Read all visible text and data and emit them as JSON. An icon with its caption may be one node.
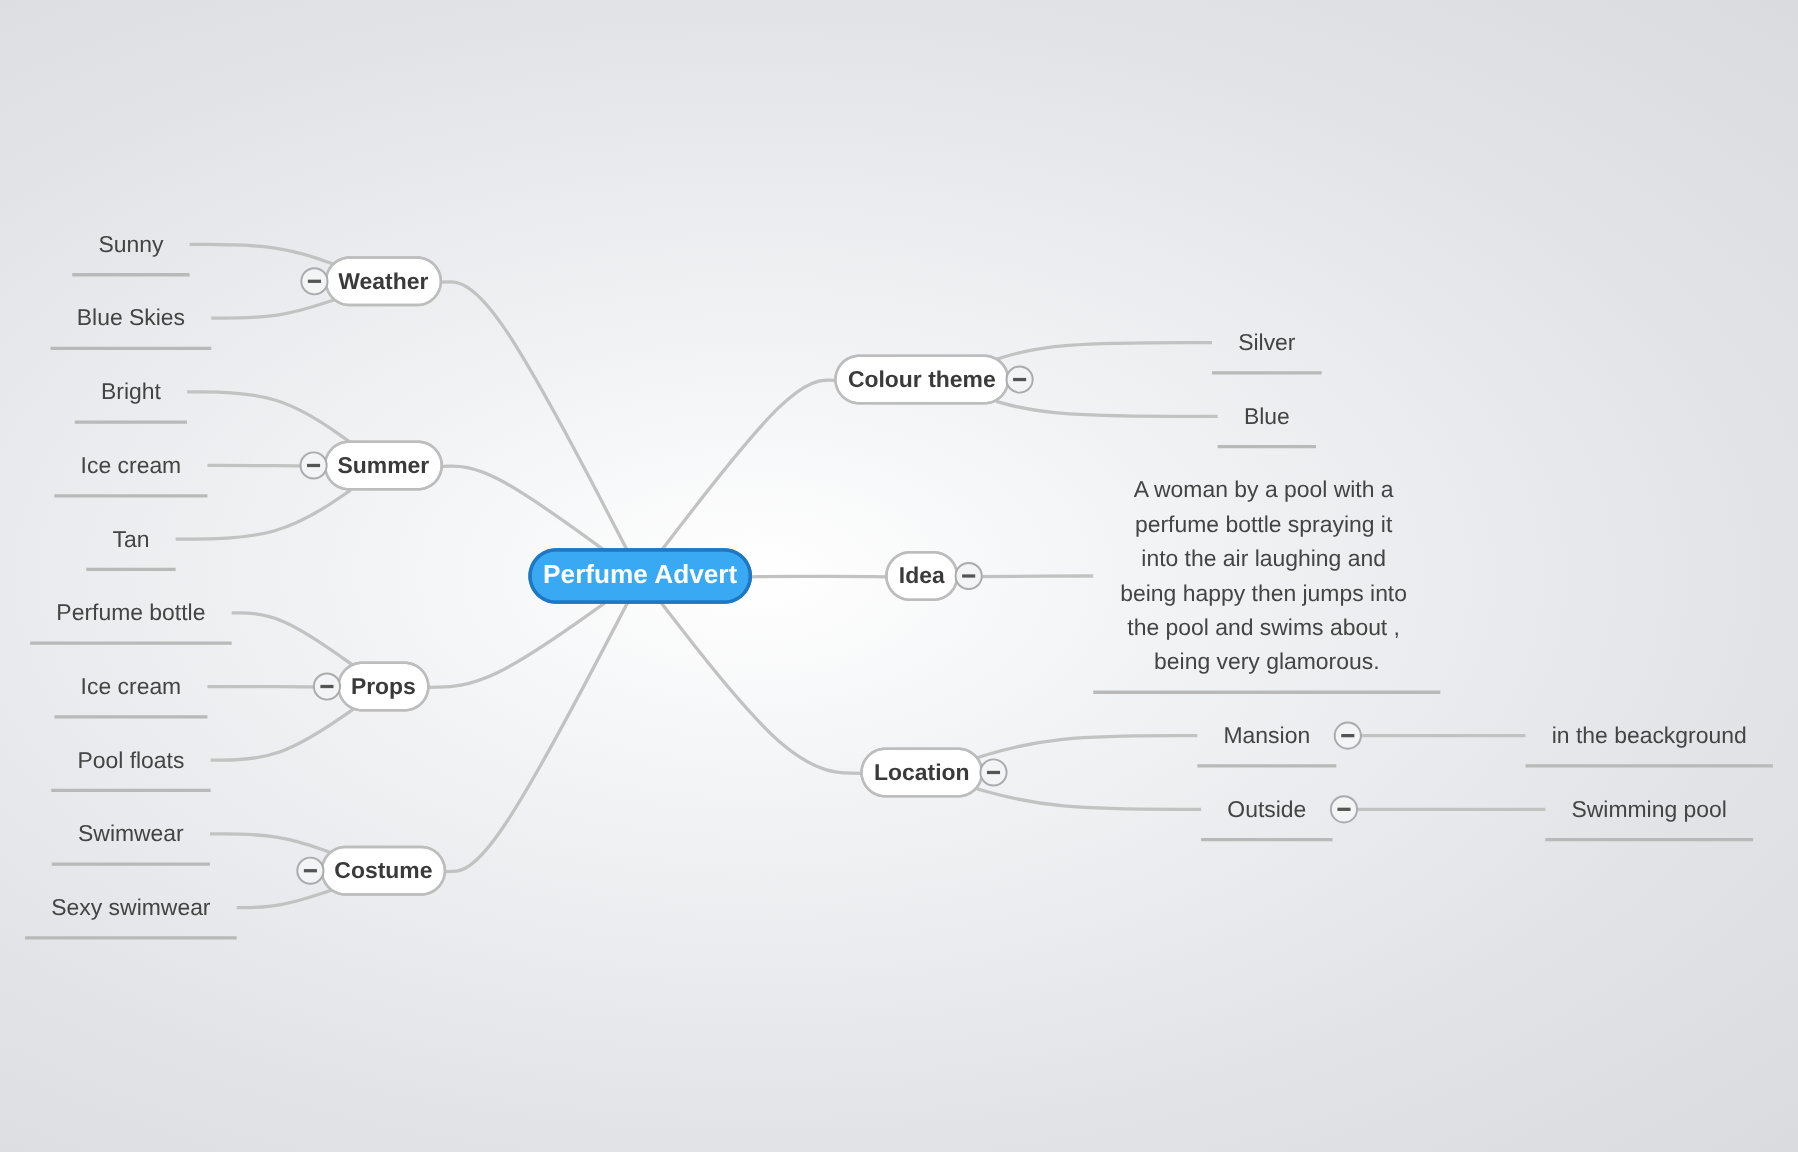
{
  "diagram": {
    "nodes": [
      {
        "text": [
          "Perfume Advert"
        ]
      },
      {
        "text": [
          "Weather"
        ]
      },
      {
        "text": [
          "Sunny"
        ]
      },
      {
        "text": [
          "Blue Skies"
        ]
      },
      {
        "text": [
          "Colour theme"
        ]
      },
      {
        "text": [
          "Silver"
        ]
      },
      {
        "text": [
          "Blue"
        ]
      },
      {
        "text": [
          "Summer"
        ]
      },
      {
        "text": [
          "Bright"
        ]
      },
      {
        "text": [
          "Ice cream"
        ]
      },
      {
        "text": [
          "Tan"
        ]
      },
      {
        "text": [
          "Idea"
        ]
      },
      {
        "text": [
          "A woman by a pool with a perfume bottle spraying it into the air laughing and being happy then jumps into the pool and swims about , being very glamorous."
        ]
      },
      {
        "text": [
          "Props"
        ]
      },
      {
        "text": [
          "Perfume bottle"
        ]
      },
      {
        "text": [
          "Ice cream"
        ]
      },
      {
        "text": [
          "Pool floats"
        ]
      },
      {
        "text": [
          "Location"
        ]
      },
      {
        "text": [
          "Mansion"
        ]
      },
      {
        "text": [
          "in the beackground"
        ]
      },
      {
        "text": [
          "Outside"
        ]
      },
      {
        "text": [
          "Swimming pool"
        ]
      },
      {
        "text": [
          "Costume"
        ]
      },
      {
        "text": [
          "Swimwear"
        ]
      },
      {
        "text": [
          "Sexy swimwear"
        ]
      }
    ],
    "edges": [
      {
        "from": 1,
        "to": 0,
        "arrow": "none"
      },
      {
        "from": 2,
        "to": 1,
        "arrow": "none"
      },
      {
        "from": 3,
        "to": 1,
        "arrow": "none"
      },
      {
        "from": 0,
        "to": 4,
        "arrow": "none"
      },
      {
        "from": 4,
        "to": 5,
        "arrow": "none"
      },
      {
        "from": 4,
        "to": 6,
        "arrow": "none"
      },
      {
        "from": 7,
        "to": 0,
        "arrow": "none"
      },
      {
        "from": 8,
        "to": 7,
        "arrow": "none"
      },
      {
        "from": 9,
        "to": 7,
        "arrow": "none"
      },
      {
        "from": 10,
        "to": 7,
        "arrow": "none"
      },
      {
        "from": 0,
        "to": 11,
        "arrow": "none"
      },
      {
        "from": 11,
        "to": 12,
        "arrow": "none"
      },
      {
        "from": 13,
        "to": 0,
        "arrow": "none"
      },
      {
        "from": 14,
        "to": 13,
        "arrow": "none"
      },
      {
        "from": 15,
        "to": 13,
        "arrow": "none"
      },
      {
        "from": 16,
        "to": 13,
        "arrow": "none"
      },
      {
        "from": 0,
        "to": 17,
        "arrow": "none"
      },
      {
        "from": 17,
        "to": 18,
        "arrow": "none"
      },
      {
        "from": 18,
        "to": 19,
        "arrow": "none"
      },
      {
        "from": 17,
        "to": 20,
        "arrow": "none"
      },
      {
        "from": 20,
        "to": 21,
        "arrow": "none"
      },
      {
        "from": 22,
        "to": 0,
        "arrow": "none"
      },
      {
        "from": 23,
        "to": 22,
        "arrow": "none"
      },
      {
        "from": 24,
        "to": 22,
        "arrow": "none"
      }
    ]
  }
}
